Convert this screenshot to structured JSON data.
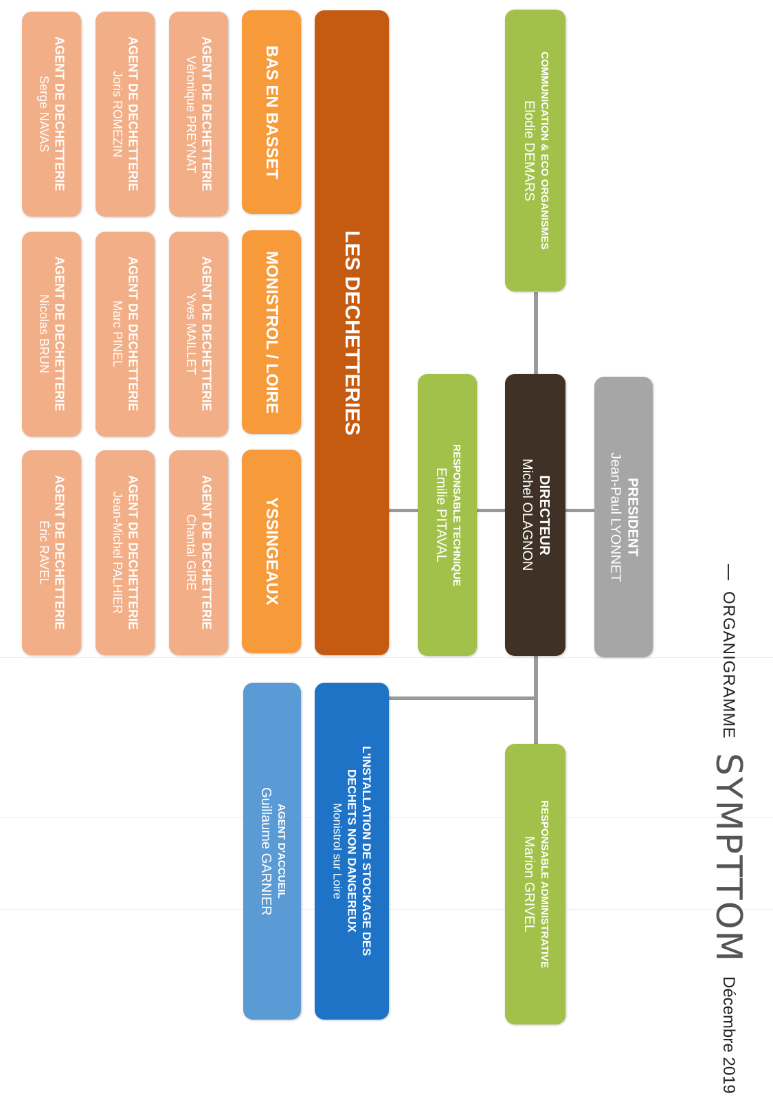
{
  "header": {
    "title": "ORGANIGRAMME",
    "logo": "SYMPTTOM",
    "date": "Décembre 2019"
  },
  "president": {
    "role": "PRESIDENT",
    "name": "Jean-Paul LYONNET"
  },
  "directeur": {
    "role": "DIRECTEUR",
    "name": "Michel OLAGNON"
  },
  "communication": {
    "role": "COMMUNICATION & ECO ORGANISMES",
    "name": "Elodie DEMARS"
  },
  "resp_technique": {
    "role": "RESPONSABLE TECHNIQUE",
    "name": "Emilie PITAVAL"
  },
  "resp_admin": {
    "role": "RESPONSABLE ADMINISTRATIVE",
    "name": "Marion GRIVEL"
  },
  "decheteries": {
    "title": "LES DECHETTERIES"
  },
  "sites": [
    {
      "name": "BAS EN BASSET",
      "agents": [
        {
          "role": "AGENT DE DECHETTERIE",
          "name": "Véronique PREYNAT"
        },
        {
          "role": "AGENT DE DECHETTERIE",
          "name": "Joris ROMEZIN"
        },
        {
          "role": "AGENT DE DECHETTERIE",
          "name": "Serge NAVAS"
        }
      ]
    },
    {
      "name": "MONISTROL / LOIRE",
      "agents": [
        {
          "role": "AGENT DE DECHETTERIE",
          "name": "Yves MAILLET"
        },
        {
          "role": "AGENT DE DECHETTERIE",
          "name": "Marc PINEL"
        },
        {
          "role": "AGENT DE DECHETTERIE",
          "name": "Nicolas BRUN"
        }
      ]
    },
    {
      "name": "YSSINGEAUX",
      "agents": [
        {
          "role": "AGENT DE DECHETTERIE",
          "name": "Chantal GIRE"
        },
        {
          "role": "AGENT DE DECHETTERIE",
          "name": "Jean-Michel PALHIER"
        },
        {
          "role": "AGENT DE DECHETTERIE",
          "name": "Éric RAVEL"
        }
      ]
    }
  ],
  "isdnd": {
    "line1": "L'INSTALLATION DE STOCKAGE DES",
    "line2": "DECHETS NON DANGEREUX",
    "location": "Monistrol sur Loire"
  },
  "accueil": {
    "role": "AGENT D'ACCUEIL",
    "name": "Guillaume GARNIER"
  },
  "colors": {
    "president": "#a6a6a6",
    "directeur": "#3f3125",
    "green": "#a2c14b",
    "decheteries": "#c55a11",
    "site": "#f79a3a",
    "agent": "#f2ae86",
    "isdnd": "#1f73c7",
    "accueil": "#5a9bd5"
  }
}
